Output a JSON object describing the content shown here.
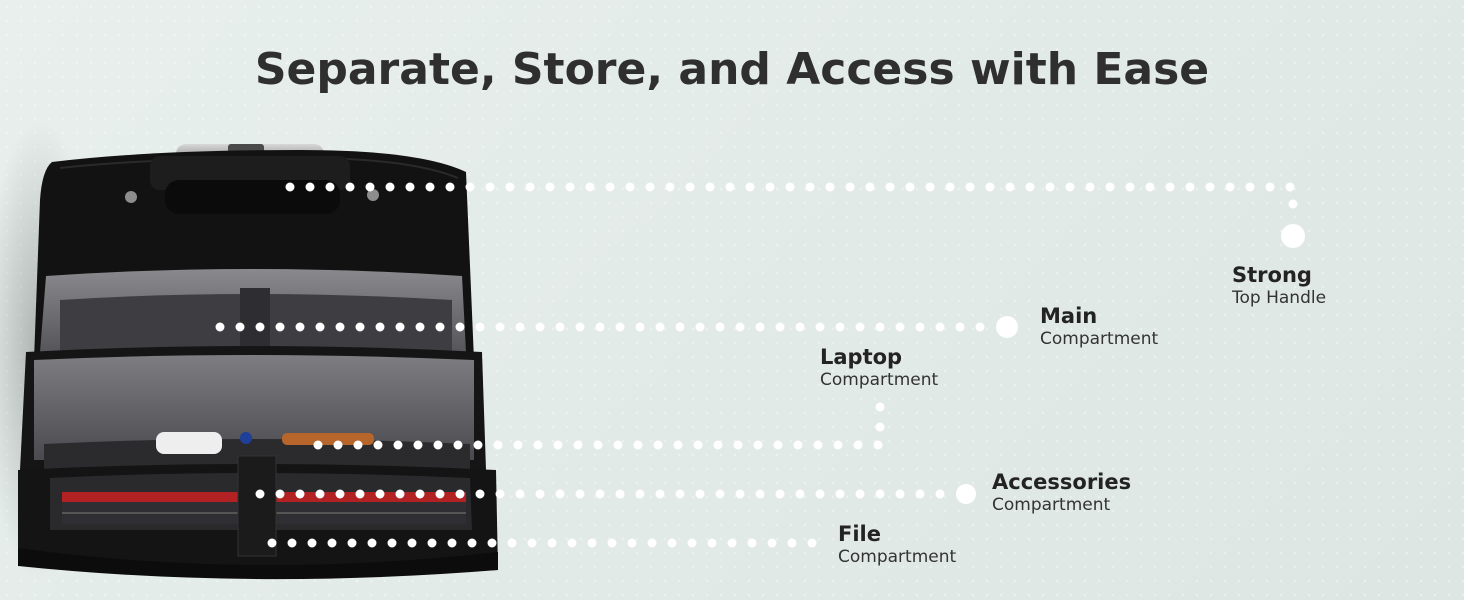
{
  "heading": "Separate, Store, and Access with Ease",
  "colors": {
    "background": "#e4ecea",
    "dots": "#ffffff",
    "bag": "#151515",
    "lining": "#6c6c70"
  },
  "callouts": [
    {
      "id": "strong",
      "title": "Strong",
      "subtitle": "Top Handle"
    },
    {
      "id": "main",
      "title": "Main",
      "subtitle": "Compartment"
    },
    {
      "id": "laptop",
      "title": "Laptop",
      "subtitle": "Compartment"
    },
    {
      "id": "accessories",
      "title": "Accessories",
      "subtitle": "Compartment"
    },
    {
      "id": "file",
      "title": "File",
      "subtitle": "Compartment"
    }
  ]
}
